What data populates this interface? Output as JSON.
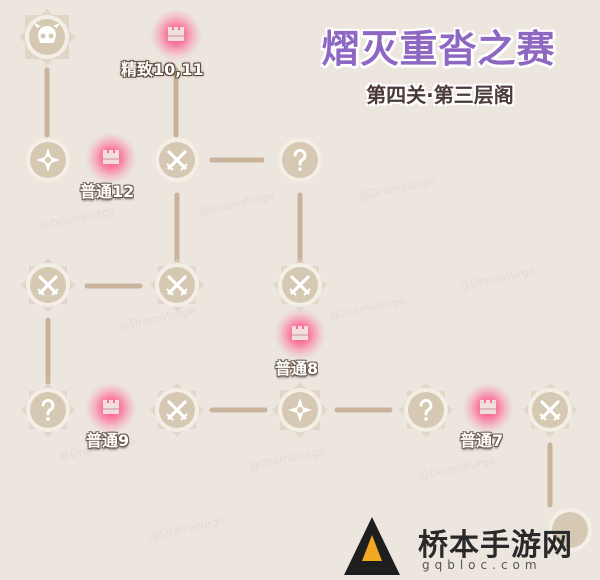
{
  "header": {
    "title": "熠灭重沓之赛",
    "subtitle": "第四关·第三层阁"
  },
  "labels": {
    "elite": "精致10,11",
    "normal12": "普通12",
    "normal8": "普通8",
    "normal9": "普通9",
    "normal7": "普通7"
  },
  "logo": {
    "text": "桥本手游网",
    "sub": "gqbloc.com"
  },
  "nodes": [
    {
      "id": "boss",
      "icon": "boss-skull-icon"
    },
    {
      "id": "start",
      "icon": "compass-star-icon"
    },
    {
      "id": "battle-1",
      "icon": "crossed-swords-icon"
    },
    {
      "id": "event-1",
      "icon": "question-mark-icon"
    },
    {
      "id": "battle-2",
      "icon": "crossed-swords-icon"
    },
    {
      "id": "battle-3",
      "icon": "crossed-swords-icon"
    },
    {
      "id": "battle-4",
      "icon": "crossed-swords-icon"
    },
    {
      "id": "event-2",
      "icon": "question-mark-icon"
    },
    {
      "id": "battle-5",
      "icon": "crossed-swords-icon"
    },
    {
      "id": "center",
      "icon": "compass-star-icon"
    },
    {
      "id": "event-3",
      "icon": "question-mark-icon"
    },
    {
      "id": "battle-6",
      "icon": "crossed-swords-icon"
    }
  ],
  "colors": {
    "background": "#ece6df",
    "node_fill": "#d6c9b3",
    "node_ring": "#f4efe6",
    "icon": "#ffffff",
    "path": "#c9b39c",
    "glow": "#ff2d6f",
    "title": "#8e67c3"
  }
}
